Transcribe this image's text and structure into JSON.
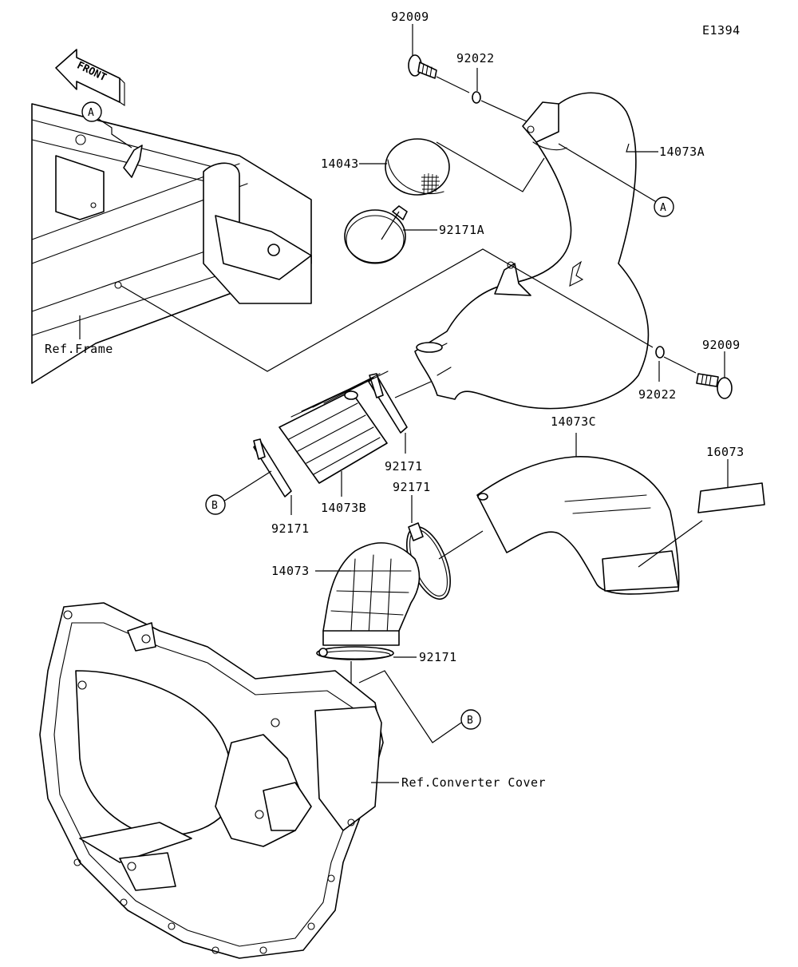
{
  "diagram_code": "E1394",
  "front_arrow": {
    "text": "FRONT",
    "icon": "front-arrow-icon"
  },
  "references": {
    "frame": "Ref.Frame",
    "converter_cover": "Ref.Converter Cover"
  },
  "callouts": {
    "a": "A",
    "b": "B"
  },
  "parts": {
    "bolt_top": "92009",
    "washer_top": "92022",
    "duct_upper": "14073A",
    "screen": "14043",
    "clamp_large": "92171A",
    "washer_right": "92022",
    "bolt_right": "92009",
    "clamp_upper_right": "92171",
    "boot_middle": "14073B",
    "clamp_middle_left": "92171",
    "duct_lower": "14073C",
    "label_part": "16073",
    "clamp_mid": "92171",
    "elbow": "14073",
    "clamp_bottom": "92171"
  }
}
